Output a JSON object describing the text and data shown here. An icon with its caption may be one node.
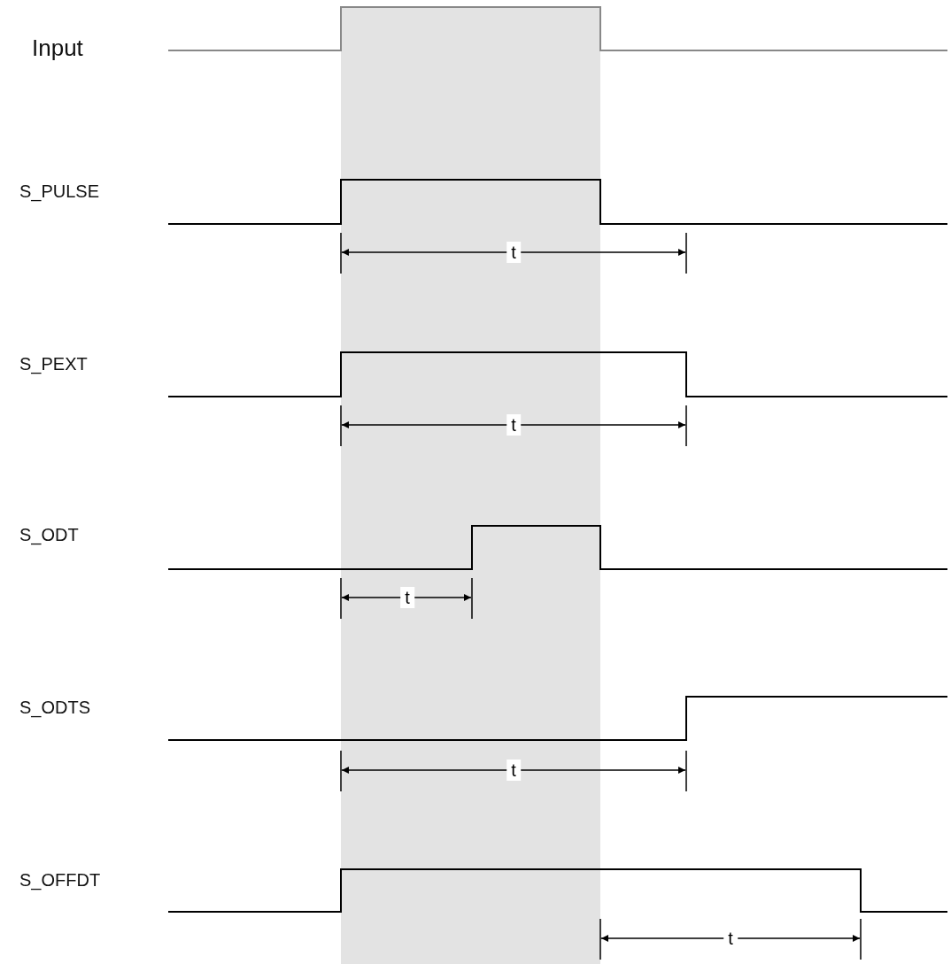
{
  "diagram": {
    "labels": [
      "Input",
      "S_PULSE",
      "t",
      "S_PEXT",
      "t",
      "S_ODT",
      "t",
      "S_ODTS",
      "t",
      "S_OFFDT",
      "t"
    ]
  }
}
